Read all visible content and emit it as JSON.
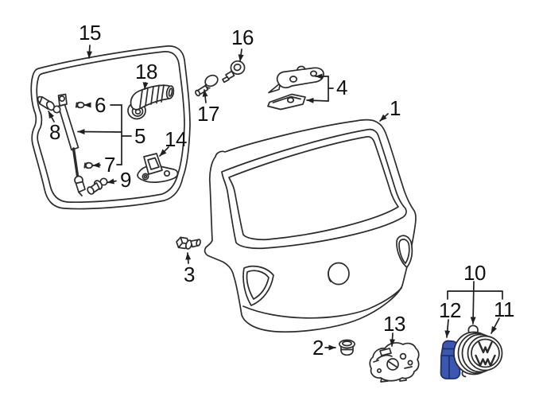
{
  "diagram": {
    "kind": "exploded-parts-diagram",
    "callouts": {
      "c1": {
        "label": "1"
      },
      "c2": {
        "label": "2"
      },
      "c3": {
        "label": "3"
      },
      "c4": {
        "label": "4"
      },
      "c5": {
        "label": "5"
      },
      "c6": {
        "label": "6"
      },
      "c7": {
        "label": "7"
      },
      "c8": {
        "label": "8"
      },
      "c9": {
        "label": "9"
      },
      "c10": {
        "label": "10"
      },
      "c11": {
        "label": "11"
      },
      "c12": {
        "label": "12"
      },
      "c13": {
        "label": "13"
      },
      "c14": {
        "label": "14"
      },
      "c15": {
        "label": "15"
      },
      "c16": {
        "label": "16"
      },
      "c17": {
        "label": "17"
      },
      "c18": {
        "label": "18"
      }
    },
    "highlighted_callout": "12",
    "colors": {
      "background": "#ffffff",
      "line": "#2b2b2b",
      "label": "#101010",
      "highlight_fill": "#3b57b0",
      "highlight_stroke": "#1d2f6e"
    }
  }
}
